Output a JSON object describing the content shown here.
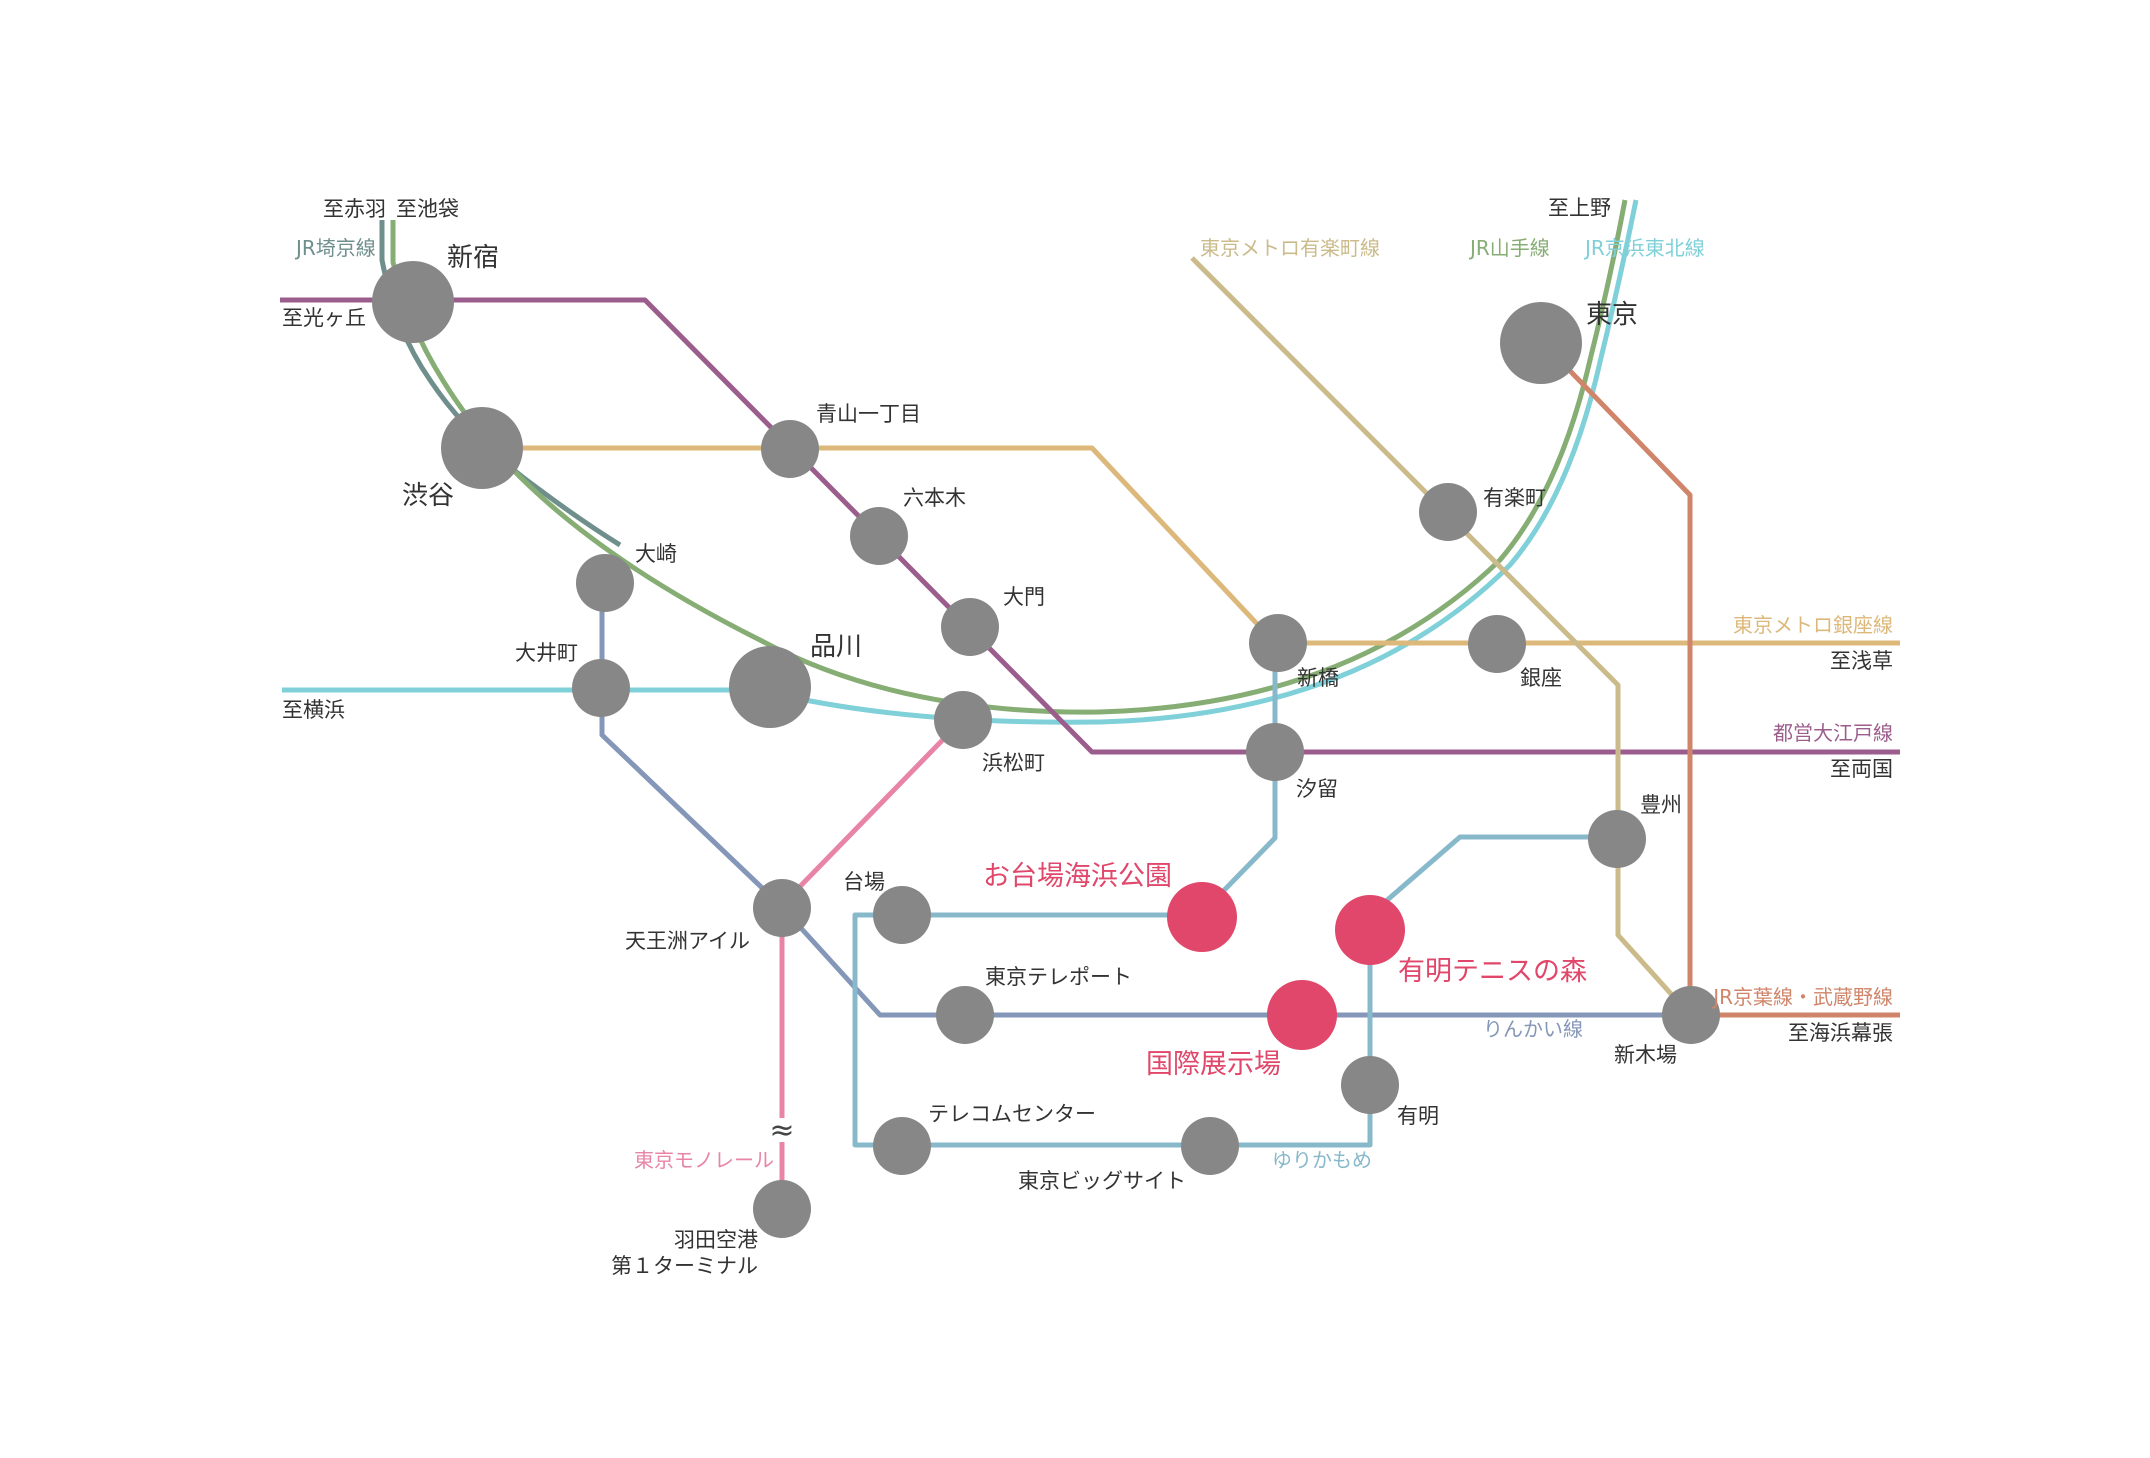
{
  "colors": {
    "yamanote": "#86ad74",
    "keihin_tohoku": "#7fd0d8",
    "saikyo": "#6e8f8c",
    "oedo": "#9b5e8c",
    "ginza": "#ddb87b",
    "yurakucho": "#cbbb8b",
    "keiyo": "#d0856a",
    "rinkai": "#8597b8",
    "yurikamome": "#87b9cb",
    "monorail": "#e884a7",
    "station": "#878787",
    "highlight": "#e0476a"
  },
  "destinations": {
    "akabane": "至赤羽",
    "ikebukuro": "至池袋",
    "hikarigaoka": "至光ヶ丘",
    "yokohama": "至横浜",
    "ueno": "至上野",
    "asakusa": "至浅草",
    "ryogoku": "至両国",
    "kaihin_makuhari": "至海浜幕張"
  },
  "lines": {
    "saikyo": "JR埼京線",
    "yamanote": "JR山手線",
    "keihin_tohoku": "JR京浜東北線",
    "yurakucho": "東京メトロ有楽町線",
    "ginza": "東京メトロ銀座線",
    "oedo": "都営大江戸線",
    "keiyo": "JR京葉線・武蔵野線",
    "rinkai": "りんかい線",
    "yurikamome": "ゆりかもめ",
    "monorail": "東京モノレール"
  },
  "stations": {
    "shinjuku": "新宿",
    "shibuya": "渋谷",
    "aoyama": "青山一丁目",
    "roppongi": "六本木",
    "osaki": "大崎",
    "oimachi": "大井町",
    "shinagawa": "品川",
    "daimon": "大門",
    "hamamatsucho": "浜松町",
    "tennozu": "天王洲アイル",
    "haneda_1": "羽田空港",
    "haneda_2": "第１ターミナル",
    "tokyo": "東京",
    "yurakucho": "有楽町",
    "shimbashi": "新橋",
    "ginza": "銀座",
    "shiodome": "汐留",
    "toyosu": "豊州",
    "shinkiba": "新木場",
    "daiba": "台場",
    "telecom": "テレコムセンター",
    "big_sight": "東京ビッグサイト",
    "ariake": "有明",
    "tokyo_teleport": "東京テレポート"
  },
  "highlights": {
    "odaiba_park": "お台場海浜公園",
    "ariake_tennis": "有明テニスの森",
    "kokusai_tenjijo": "国際展示場"
  },
  "break_mark": "≈"
}
